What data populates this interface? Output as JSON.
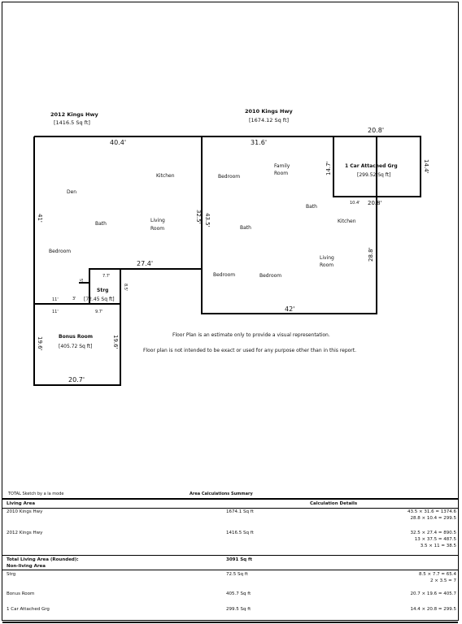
{
  "plan": {
    "header_2012_name": "2012 Kings Hwy",
    "header_2012_area": "[1416.5 Sq ft]",
    "header_2010_name": "2010 Kings Hwy",
    "header_2010_area": "[1674.12 Sq ft]",
    "dim_top_left": "40.4'",
    "dim_top_right": "31.6'",
    "dim_garage_top": "20.8'",
    "dim_garage_side": "14.4'",
    "dim_garage_bottom": "20.8'",
    "dim_garage_inner": "10.4'",
    "dim_147": "14.7'",
    "dim_325": "32.5'",
    "dim_41": "41'",
    "dim_435": "43.5'",
    "dim_288": "28.8'",
    "dim_274": "27.4'",
    "dim_42": "42'",
    "dim_77": "7.7'",
    "dim_85": "8.5'",
    "dim_5": "5'",
    "dim_3": "3'",
    "dim_11a": "11'",
    "dim_11b": "11'",
    "dim_97": "9.7'",
    "dim_196a": "19.6'",
    "dim_196b": "19.6'",
    "dim_207": "20.7'",
    "garage_name": "1 Car Attached Grg",
    "garage_area": "[299.52 Sq ft]",
    "strg_name": "Strg",
    "strg_area": "[72.45 Sq ft]",
    "bonus_name": "Bonus Room",
    "bonus_area": "[405.72 Sq ft]",
    "room_den": "Den",
    "room_kitchen_left": "Kitchen",
    "room_bath_left": "Bath",
    "room_living_left_1": "Living",
    "room_living_left_2": "Room",
    "room_bedroom_left": "Bedroom",
    "room_bedroom_r1": "Bedroom",
    "room_family_1": "Family",
    "room_family_2": "Room",
    "room_bath_r1": "Bath",
    "room_bath_r2": "Bath",
    "room_kitchen_right": "Kitchen",
    "room_living_right_1": "Living",
    "room_living_right_2": "Room",
    "room_bedroom_r2": "Bedroom",
    "room_bedroom_r3": "Bedroom",
    "note_1": "Floor Plan is an estimate only to provide a visual representation.",
    "note_2": "Floor plan is not intended to be exact or used for any purpose other than in this report."
  },
  "summary": {
    "sketch_credit": "TOTAL Sketch by a la mode",
    "title": "Area Calculations Summary",
    "living_area_label": "Living Area",
    "calc_details_label": "Calculation Details",
    "row_2010_name": "2010 Kings Hwy",
    "row_2010_area": "1674.1 Sq ft",
    "row_2010_calc": [
      "43.5 × 31.6 = 1374.6",
      "28.8 × 10.4 = 299.5"
    ],
    "row_2012_name": "2012 Kings Hwy",
    "row_2012_area": "1416.5 Sq ft",
    "row_2012_calc": [
      "32.5 × 27.4 = 890.5",
      "13 × 37.5 = 487.5",
      "3.5 × 11 = 38.5"
    ],
    "total_label": "Total Living Area (Rounded):",
    "total_value": "3091 Sq ft",
    "non_living_label": "Non-living Area",
    "strg_name": "Strg",
    "strg_area": "72.5 Sq ft",
    "strg_calc": [
      "8.5 × 7.7 = 65.4",
      "2 × 3.5 = 7"
    ],
    "bonus_name": "Bonus Room",
    "bonus_area": "405.7 Sq ft",
    "bonus_calc": [
      "20.7 × 19.6 = 405.7"
    ],
    "garage_name": "1 Car Attached Grg",
    "garage_area": "299.5 Sq ft",
    "garage_calc": [
      "14.4 × 20.8 = 299.5"
    ]
  }
}
